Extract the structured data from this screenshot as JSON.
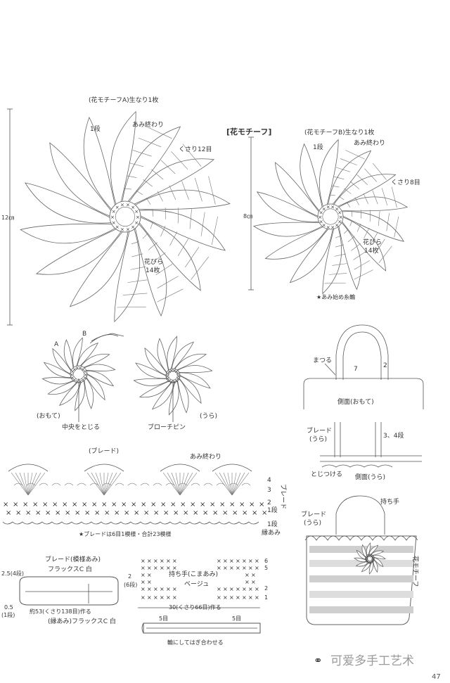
{
  "motif_title": "[花モチーフ]",
  "motif_a": {
    "caption": "(花モチーフA)生なり1枚",
    "row1": "1段",
    "end": "あみ終わり",
    "chain": "くさり12目",
    "petals_label": "花びら",
    "petals_count": "14枚",
    "height": "12㎝"
  },
  "motif_b": {
    "caption": "(花モチーフB)生なり1枚",
    "row1": "1段",
    "end": "あみ終わり",
    "chain": "くさり8目",
    "petals_label": "花びら",
    "petals_count": "14枚",
    "height": "8㎝",
    "start_note": "★あみ始め糸輪"
  },
  "assembly": {
    "label_a": "A",
    "label_b": "B",
    "front": "(おもて)",
    "center": "中央をとじる",
    "back": "(うら)",
    "brooch": "ブローチピン"
  },
  "bag_front": {
    "sew": "まつる",
    "n7": "7",
    "n2": "2",
    "side": "側面(おもて)"
  },
  "bag_back": {
    "braid": "ブレード",
    "back": "(うら)",
    "rows": "3、4段",
    "attach": "とじつける",
    "side": "側面(うら)"
  },
  "bag_finished": {
    "handle": "持ち手",
    "braid": "ブレード",
    "back": "(うら)",
    "motif": "花モチーフ"
  },
  "braid_chart": {
    "title": "(ブレード)",
    "end": "あみ終わり",
    "rows": [
      "4",
      "3",
      "2",
      "1段"
    ],
    "r1": "1段",
    "edge": "縁あみ",
    "side": "ブレード",
    "note": "★ブレードは6目1模様・合計23模様"
  },
  "braid_diagram": {
    "title": "ブレード(模様あみ)",
    "yarn1": "フラックスC 白",
    "rows_a": "2.5(4段)",
    "rows_b": "0.5",
    "rows_b2": "(1段)",
    "length": "約53(くさり138目)作る",
    "edge": "(縁あみ)フラックスC 白"
  },
  "handle_chart": {
    "title": "持ち手(こまあみ)",
    "color": "ベージュ",
    "h": "2",
    "h2": "(6段)",
    "length": "30(くさり66目)作る",
    "l5": "5目",
    "r5": "5目",
    "note": "輪にしてはぎ合わせる",
    "row_labels": [
      "6",
      "5",
      "2",
      "1"
    ]
  },
  "watermark": "可爱多手工艺术",
  "page_number": "47"
}
